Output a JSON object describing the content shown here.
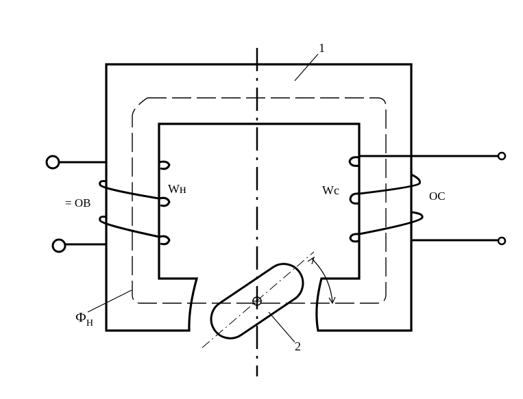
{
  "labels": {
    "part_1": "1",
    "part_2": "2",
    "winding_n": "Wн",
    "winding_c": "Wc",
    "excitation": "= OB",
    "output": "OC",
    "flux_symbol": "Ф",
    "flux_subscript": "Н"
  },
  "colors": {
    "stroke": "#000000",
    "background": "#ffffff"
  }
}
